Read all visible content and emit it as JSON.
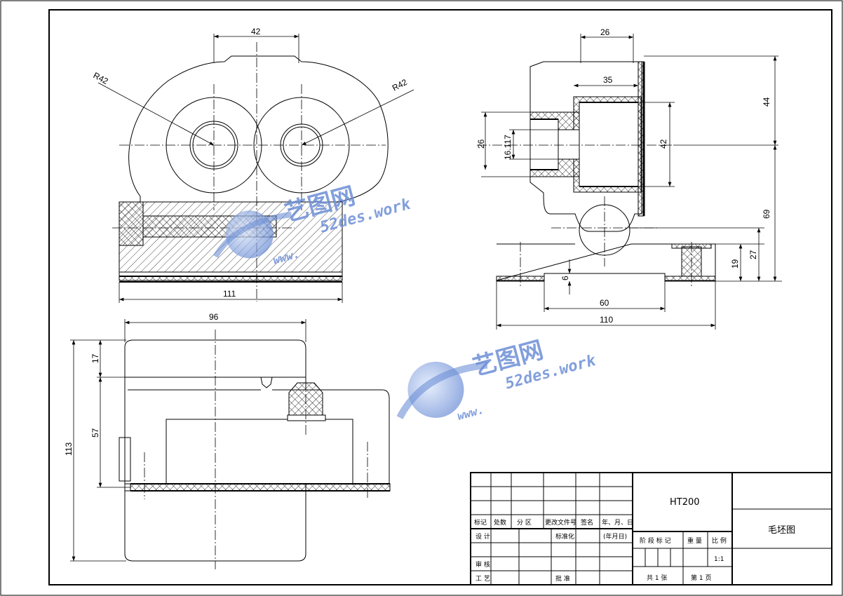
{
  "material": "HT200",
  "drawing_name": "毛坯图",
  "scale": "1:1",
  "sheet_total_text": "共 1 张",
  "sheet_index_text": "第 1 页",
  "watermark": {
    "name": "艺图网",
    "url_main": "52des.work",
    "url_sub": "www."
  },
  "dimensions": {
    "front": {
      "top_width": "42",
      "radius_left": "R42",
      "radius_right": "R42",
      "bottom_width": "111"
    },
    "side": {
      "top_width": "26",
      "bore_depth": "35",
      "height_upper": "44",
      "bore_dia": "42",
      "height_total": "69",
      "base_h1": "19",
      "base_h2": "27",
      "flange_dia": "26",
      "inner_dia": "16.117",
      "slot_h": "6",
      "slot_w": "60",
      "base_width": "110"
    },
    "top": {
      "width": "96",
      "offset_top": "17",
      "inner_h": "57",
      "total_h": "113"
    }
  },
  "title_block": {
    "row_mark": "标记",
    "row_count": "处数",
    "row_zone": "分 区",
    "row_change_doc": "更改文件号",
    "row_sign": "签名",
    "row_date": "年、月、日",
    "design": "设 计",
    "standardize": "标准化",
    "date_paren": "(年月日)",
    "stage_mark": "阶 段 标 记",
    "weight": "重 量",
    "ratio": "比 例",
    "review": "审 核",
    "process": "工 艺",
    "approve": "批 准"
  },
  "colors": {
    "line": "#000000",
    "watermark": "#6d8fd6",
    "paper": "#ffffff"
  }
}
